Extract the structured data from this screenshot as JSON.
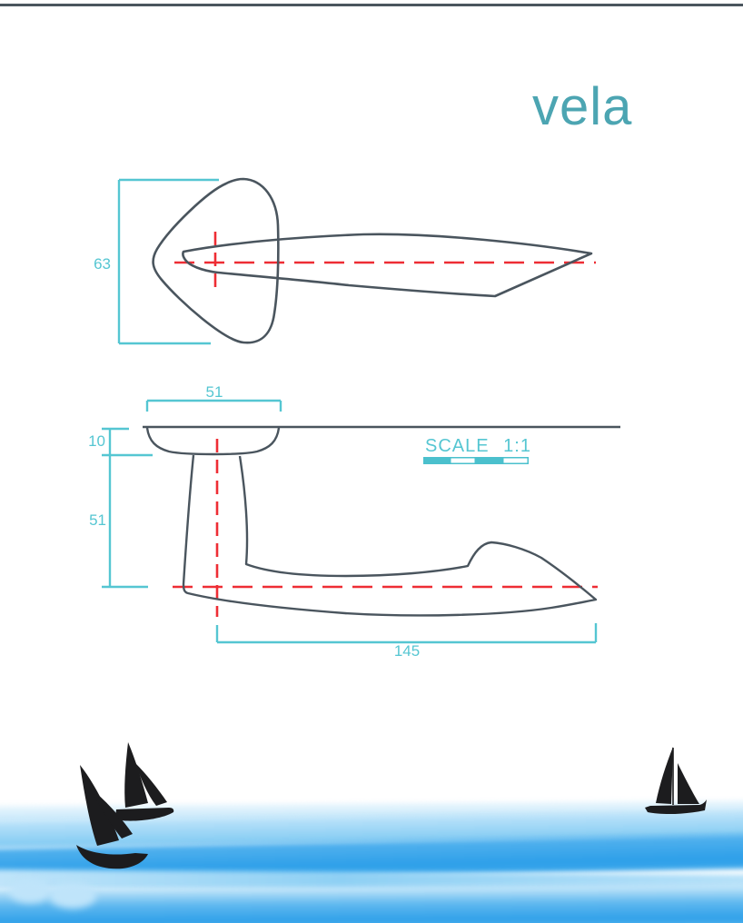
{
  "brand": {
    "logo_text": "vela"
  },
  "front_view": {
    "height_dim": "63"
  },
  "side_view": {
    "width_dim": "51",
    "thickness_dim": "10",
    "projection_dim": "51",
    "length_dim": "145",
    "scale_label": "SCALE 1:1"
  },
  "icons": {
    "boats": [
      "sailboat-heeled-icon",
      "sailboat-heeled-icon",
      "sailboat-upright-icon"
    ]
  },
  "colors": {
    "line_dark": "#4a555e",
    "dimension_teal": "#55c6d2",
    "logo_teal": "#4ca5b2",
    "centerline_red": "#ee2d34",
    "water_deep_blue": "#2d9fe9",
    "water_light_blue": "#c4e7fa",
    "boat_black": "#1c1c1e"
  }
}
